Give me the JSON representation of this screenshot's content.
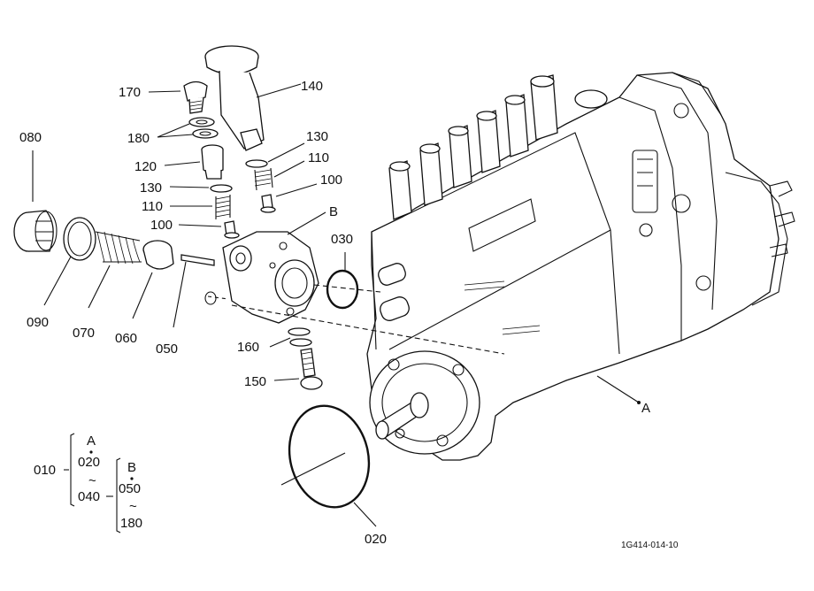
{
  "labels": {
    "p170": "170",
    "p140": "140",
    "p180": "180",
    "p130a": "130",
    "p120": "120",
    "p110a": "110",
    "p130b": "130",
    "p110b": "110",
    "p100a": "100",
    "p100b": "100",
    "pB": "B",
    "p080": "080",
    "p030": "030",
    "p090": "090",
    "p070": "070",
    "p060": "060",
    "p050": "050",
    "p160": "160",
    "p150": "150",
    "pA": "A",
    "p020": "020"
  },
  "legend": {
    "g010": "010",
    "gA": "A",
    "g020": "020",
    "gtilde1": "~",
    "g040": "040",
    "gB": "B",
    "g050": "050",
    "gtilde2": "~",
    "g180": "180"
  },
  "drawing_code": "1G414-014-10"
}
